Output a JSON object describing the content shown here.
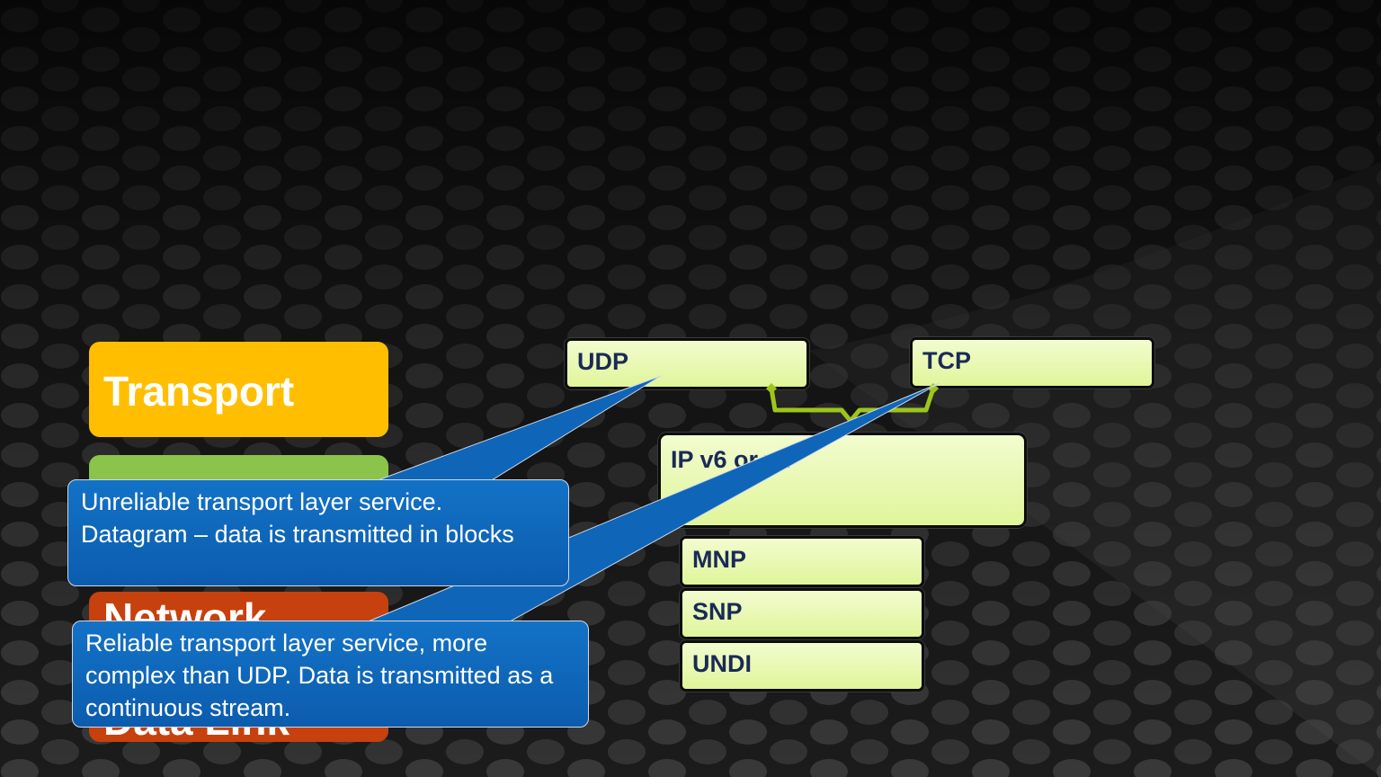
{
  "layers": [
    {
      "label": "Transport",
      "color": "#ffbf00"
    },
    {
      "label": "",
      "color": "#8ac44a"
    },
    {
      "label": "Network",
      "color": "#c6410d"
    },
    {
      "label": "Data Link",
      "color": "#c6410d"
    }
  ],
  "protocols": {
    "udp": "UDP",
    "tcp": "TCP",
    "ip": "IP v6 or v4",
    "mnp": "MNP",
    "snp": "SNP",
    "undi": "UNDI"
  },
  "callouts": {
    "udp": "Unreliable transport layer service. Datagram – data is transmitted in blocks",
    "tcp": "Reliable transport layer service, more complex than UDP. Data is transmitted as a continuous stream."
  },
  "colors": {
    "accent": "#9dc51c",
    "callout_fill": "#0f66b8",
    "protocol_text": "#1a2a56"
  }
}
